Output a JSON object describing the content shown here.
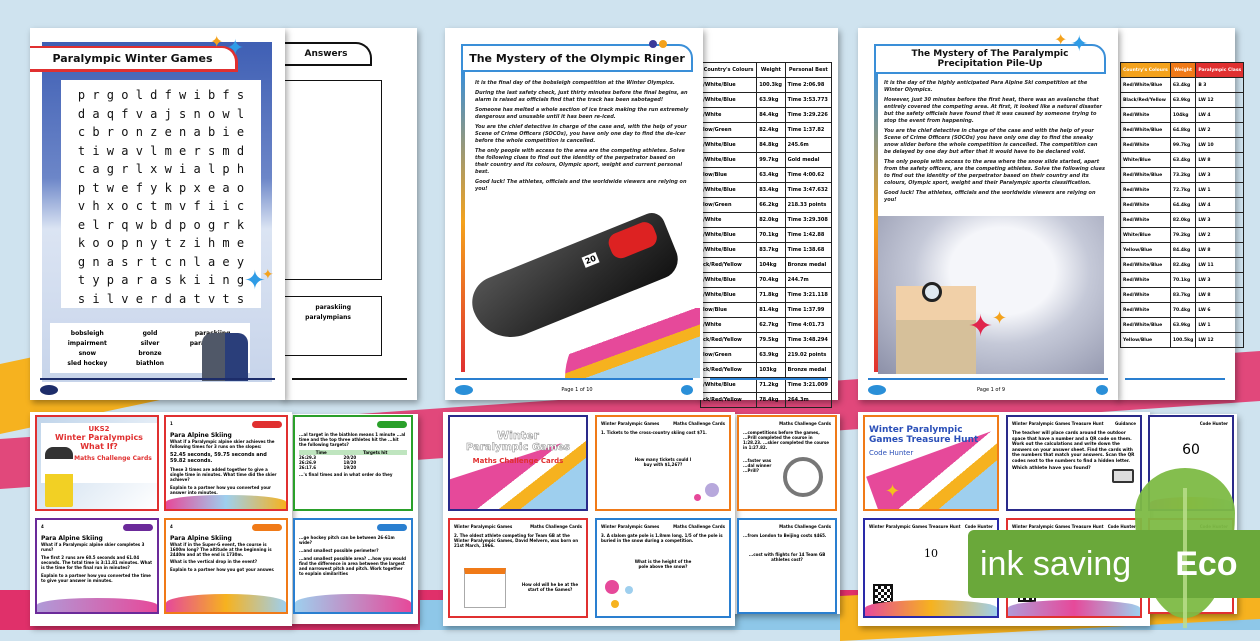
{
  "colors": {
    "background": "#cfe3ef",
    "accent_blue": "#2a7fd0",
    "eco_green": "#6aa83a",
    "card_red": "#e0202c",
    "card_green": "#2aa02a",
    "card_purple": "#6b2a9a",
    "card_orange": "#f07a18",
    "card_navy": "#2a2a8a"
  },
  "wordsearch": {
    "title": "Paralympic Winter Games",
    "answers_title": "Answers",
    "grid": [
      "p r g o l d f w i b f s",
      "d a q f v a j s n o w l",
      "c b r o n z e n a b i e",
      "t i w a v l m e r s m d",
      "c a g r l x w i a l p h",
      "p t w e f y k p x e a o",
      "v h x o c t m v f i i c",
      "e l r q w b d p o g r k",
      "k o o p n y t z i h m e",
      "g n a s r t c n l a e y",
      "t y p a r a s k i i n g",
      "s i l v e r d a t v t s"
    ],
    "words": [
      "bobsleigh",
      "gold",
      "paraskiing",
      "impairment",
      "silver",
      "paralympians",
      "snow",
      "bronze",
      "",
      "sled hockey",
      "biathlon",
      ""
    ]
  },
  "mystery1": {
    "title": "The Mystery of the Olympic Ringer",
    "paragraphs": [
      "It is the final day of the bobsleigh competition at the Winter Olympics.",
      "During the last safety check, just thirty minutes before the final begins, an alarm is raised as officials find that the track has been sabotaged!",
      "Someone has melted a whole section of ice track making the run extremely dangerous and unusable until it has been re-iced.",
      "You are the chief detective in charge of the case and, with the help of your Scene of Crime Officers (SOCOs), you have only one day to find the de-icer before the whole competition is cancelled.",
      "The only people with access to the area are the competing athletes. Solve the following clues to find out the identity of the perpetrator based on their country and its colours, Olympic sport, weight and current personal best.",
      "Good luck! The athletes, officials and the worldwide viewers are relying on you!"
    ],
    "page_label": "Page 1 of 10",
    "sled_number": "20",
    "table": {
      "headers": [
        "Country's Colours",
        "Weight",
        "Personal Best"
      ],
      "rows": [
        [
          "/White/Blue",
          "100.3kg",
          "Time 2:06.98"
        ],
        [
          "/White/Blue",
          "63.9kg",
          "Time 3:53.773"
        ],
        [
          "/White",
          "84.4kg",
          "Time 3:29.226"
        ],
        [
          "low/Green",
          "82.4kg",
          "Time 1:37.82"
        ],
        [
          "/White/Blue",
          "84.8kg",
          "245.6m"
        ],
        [
          "/White/Blue",
          "99.7kg",
          "Gold medal"
        ],
        [
          "low/Blue",
          "63.4kg",
          "Time 4:00.62"
        ],
        [
          "/White/Blue",
          "83.4kg",
          "Time 3:47.632"
        ],
        [
          "low/Green",
          "66.2kg",
          "218.33 points"
        ],
        [
          "/White",
          "82.0kg",
          "Time 3:29.308"
        ],
        [
          "/White/Blue",
          "70.1kg",
          "Time 1:42.88"
        ],
        [
          "/White/Blue",
          "83.7kg",
          "Time 1:38.68"
        ],
        [
          "ck/Red/Yellow",
          "104kg",
          "Bronze medal"
        ],
        [
          "/White/Blue",
          "70.4kg",
          "244.7m"
        ],
        [
          "/White/Blue",
          "71.8kg",
          "Time 3:21.118"
        ],
        [
          "low/Blue",
          "81.4kg",
          "Time 1:37.99"
        ],
        [
          "/White",
          "62.7kg",
          "Time 4:01.73"
        ],
        [
          "ck/Red/Yellow",
          "79.5kg",
          "Time 3:48.294"
        ],
        [
          "low/Green",
          "63.9kg",
          "219.02 points"
        ],
        [
          "ck/Red/Yellow",
          "103kg",
          "Bronze medal"
        ],
        [
          "/White/Blue",
          "71.2kg",
          "Time 3:21.009"
        ],
        [
          "ck/Red/Yellow",
          "78.4kg",
          "264.3m"
        ]
      ]
    }
  },
  "mystery2": {
    "title": "The Mystery of The Paralympic Precipitation Pile-Up",
    "paragraphs": [
      "It is the day of the highly anticipated Para Alpine Ski competition at the Winter Olympics.",
      "However, just 30 minutes before the first heat, there was an avalanche that entirely covered the competing area. At first, it looked like a natural disaster but the safety officials have found that it was caused by someone trying to stop the event from happening.",
      "You are the chief detective in charge of the case and with the help of your Scene of Crime Officers (SOCOs) you have only one day to find the sneaky snow slider before the whole competition is cancelled. The competition can be delayed by one day but after that it would have to be declared void.",
      "The only people with access to the area where the snow slide started, apart from the safety officers, are the competing athletes. Solve the following clues to find out the identity of the perpetrator based on their country and its colours, Olympic sport, weight and their Paralympic sports classification.",
      "Good luck! The athletes, officials and the worldwide viewers are relying on you!"
    ],
    "page_label": "Page 1 of 9",
    "table": {
      "headers": [
        "Country's Colours",
        "Weight",
        "Paralympic Class"
      ],
      "rows": [
        [
          "Red/White/Blue",
          "63.4kg",
          "B 3"
        ],
        [
          "Black/Red/Yellow",
          "63.9kg",
          "LW 12"
        ],
        [
          "Red/White",
          "104kg",
          "LW 4"
        ],
        [
          "Red/White/Blue",
          "64.8kg",
          "LW 2"
        ],
        [
          "Red/White",
          "99.7kg",
          "LW 10"
        ],
        [
          "White/Blue",
          "63.4kg",
          "LW 8"
        ],
        [
          "Red/White/Blue",
          "73.2kg",
          "LW 3"
        ],
        [
          "Red/White",
          "72.7kg",
          "LW 1"
        ],
        [
          "Red/White",
          "64.4kg",
          "LW 4"
        ],
        [
          "Red/White",
          "82.0kg",
          "LW 3"
        ],
        [
          "White/Blue",
          "79.2kg",
          "LW 2"
        ],
        [
          "Yellow/Blue",
          "84.4kg",
          "LW 8"
        ],
        [
          "Red/White/Blue",
          "82.4kg",
          "LW 11"
        ],
        [
          "Red/White",
          "70.1kg",
          "LW 3"
        ],
        [
          "Red/White",
          "83.7kg",
          "LW 8"
        ],
        [
          "Red/White",
          "70.4kg",
          "LW 6"
        ],
        [
          "Red/White/Blue",
          "63.9kg",
          "LW 1"
        ],
        [
          "Yellow/Blue",
          "100.5kg",
          "LW 12"
        ]
      ]
    }
  },
  "whatif_cards": {
    "cover": {
      "level": "UKS2",
      "title_line1": "Winter Paralympics",
      "title_line2": "What If?",
      "subtitle": "Maths Challenge Cards"
    },
    "cards": [
      {
        "num": "1",
        "topic": "Para Alpine Skiing",
        "q": "What if a Paralympic alpine skier achieves the following times for 3 runs on the slopes:",
        "data": "52.45 seconds, 59.75 seconds and 59.82 seconds.",
        "q2": "These 3 times are added together to give a single time in minutes. What time did the skier achieve?",
        "q3": "Explain to a partner how you converted your answer into minutes."
      },
      {
        "num": "",
        "topic": "",
        "q": "...al target in the biathlon means 1 minute ...al time and the top three athletes hit the ...hit the following targets?",
        "table_headers": [
          "Time",
          "Targets hit"
        ],
        "table_rows": [
          [
            "26:29.3",
            "20/20"
          ],
          [
            "26:26.9",
            "18/20"
          ],
          [
            "26:17.6",
            "19/20"
          ]
        ],
        "q2": "...'s final times and in what order do they"
      },
      {
        "num": "4",
        "topic": "Para Alpine Skiing",
        "q": "What if a Paralympic alpine skier completes 3 runs?",
        "q2": "The first 2 runs are 60.5 seconds and 61.04 seconds. The total time is 3:11.81 minutes. What is the time for the final run in minutes?",
        "q3": "Explain to a partner how you converted the time to give your answer in minutes."
      },
      {
        "num": "4",
        "topic": "Para Alpine Skiing",
        "q": "What if in the Super-G event, the course is 1600m long? The altitude at the beginning is 2440m and at the end is 1730m.",
        "q2": "What is the vertical drop in the event?",
        "q3": "Explain to a partner how you got your answer."
      },
      {
        "num": "",
        "topic": "",
        "q": "...ge hockey pitch can be between 26-61m wide?",
        "q2": "...and smallest possible perimeter?",
        "q3": "...and smallest possible area? ...how you would find the difference in area between the largest and narrowest pitch and pitch. Work together to explain similarities"
      }
    ]
  },
  "games_cards": {
    "cover": {
      "title_line1": "Winter",
      "title_line2": "Paralympic Games",
      "subtitle": "Maths Challenge Cards"
    },
    "header_left": "Winter Paralympic Games",
    "header_right": "Maths Challenge Cards",
    "cards": [
      {
        "q": "1. Tickets to the cross-country skiing cost $71.",
        "q2": "How many tickets could I buy with $1,267?"
      },
      {
        "q": "...competitions before the games, ...Prill completed the course in 1:28.23. ...skier completed the course in 1:27.82.",
        "q2": "...faster was ...dal winner ...Prill?"
      },
      {
        "q": "2. The oldest athlete competing for Team GB at the Winter Paralympic Games, David Melvern, was born on 21st March, 1966.",
        "q2": "How old will he be at the start of the Games?"
      },
      {
        "q": "3. A slalom gate pole is 1.8mm long. 1/5 of the pole is buried in the snow during a competition.",
        "q2": "What is the height of the pole above the snow?"
      },
      {
        "q": "...from London to Beijing costs $465.",
        "q2": "...cost with flights for 14 Team GB athletes cost?"
      }
    ]
  },
  "treasure_hunt": {
    "cover": {
      "title_line1": "Winter Paralympic",
      "title_line2": "Games Treasure Hunt",
      "subtitle": "Code Hunter"
    },
    "header_left": "Winter Paralympic Games Treasure Hunt",
    "header_right": "Code Hunter",
    "instructions_header_right": "Guidance",
    "instructions": "The teacher will place cards around the outdoor space that have a number and a QR code on them. Work out the calculations and write down the answers on your answer sheet. Find the cards with the numbers that match your answers. Scan the QR codes next to the numbers to find a hidden letter.",
    "question": "Which athlete have you found?",
    "numbers": [
      "60",
      "10"
    ]
  },
  "badge": {
    "text": "ink saving",
    "label": "Eco"
  }
}
